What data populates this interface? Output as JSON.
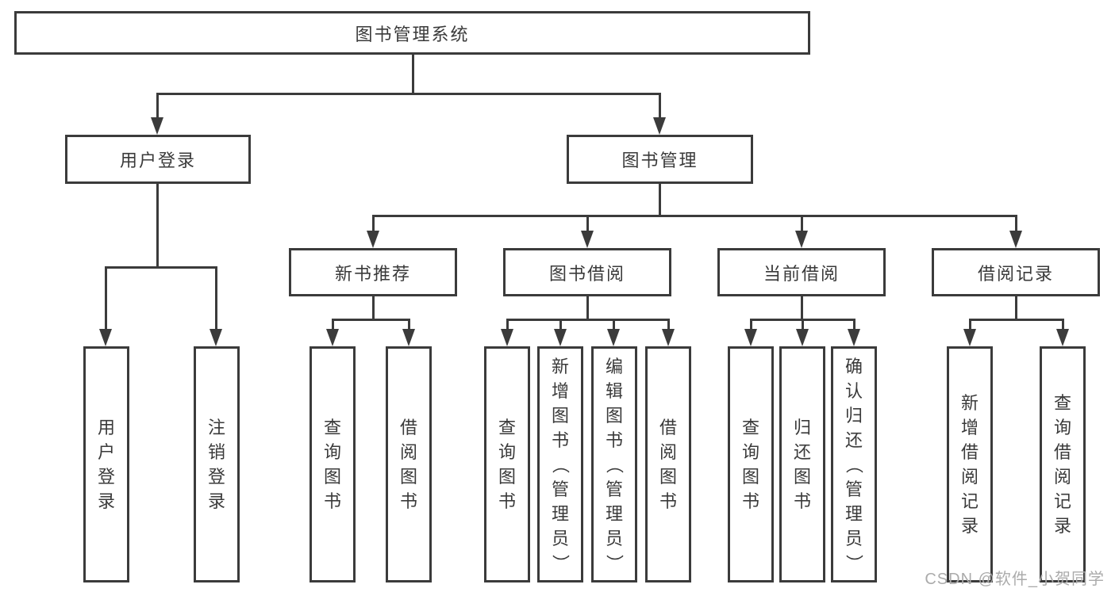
{
  "diagram": {
    "watermark": "CSDN @软件_小贺同学",
    "colors": {
      "line": "#3b3b3b",
      "text": "#3a3a3a",
      "box_background": "#ffffff",
      "page_background": "#ffffff",
      "watermark": "#ababab"
    }
  },
  "nodes": {
    "root": {
      "label": "图书管理系统"
    },
    "user_login": {
      "label": "用户登录"
    },
    "book_mgmt": {
      "label": "图书管理"
    },
    "new_book_rec": {
      "label": "新书推荐"
    },
    "book_borrow": {
      "label": "图书借阅"
    },
    "current_borrow": {
      "label": "当前借阅"
    },
    "borrow_record": {
      "label": "借阅记录"
    },
    "login_user": {
      "label": "用户登录"
    },
    "logout_user": {
      "label": "注销登录"
    },
    "rec_query_book": {
      "label": "查询图书"
    },
    "rec_borrow_book": {
      "label": "借阅图书"
    },
    "bb_query_book": {
      "label": "查询图书"
    },
    "bb_add_book": {
      "label": "新增图书（管理员）"
    },
    "bb_edit_book": {
      "label": "编辑图书（管理员）"
    },
    "bb_borrow_book": {
      "label": "借阅图书"
    },
    "cb_query_book": {
      "label": "查询图书"
    },
    "cb_return_book": {
      "label": "归还图书"
    },
    "cb_confirm_return": {
      "label": "确认归还（管理员）"
    },
    "br_add_record": {
      "label": "新增借阅记录"
    },
    "br_query_record": {
      "label": "查询借阅记录"
    }
  },
  "hierarchy": {
    "图书管理系统": [
      "用户登录",
      "图书管理"
    ],
    "用户登录": [
      "用户登录",
      "注销登录"
    ],
    "图书管理": [
      "新书推荐",
      "图书借阅",
      "当前借阅",
      "借阅记录"
    ],
    "新书推荐": [
      "查询图书",
      "借阅图书"
    ],
    "图书借阅": [
      "查询图书",
      "新增图书（管理员）",
      "编辑图书（管理员）",
      "借阅图书"
    ],
    "当前借阅": [
      "查询图书",
      "归还图书",
      "确认归还（管理员）"
    ],
    "借阅记录": [
      "新增借阅记录",
      "查询借阅记录"
    ]
  }
}
